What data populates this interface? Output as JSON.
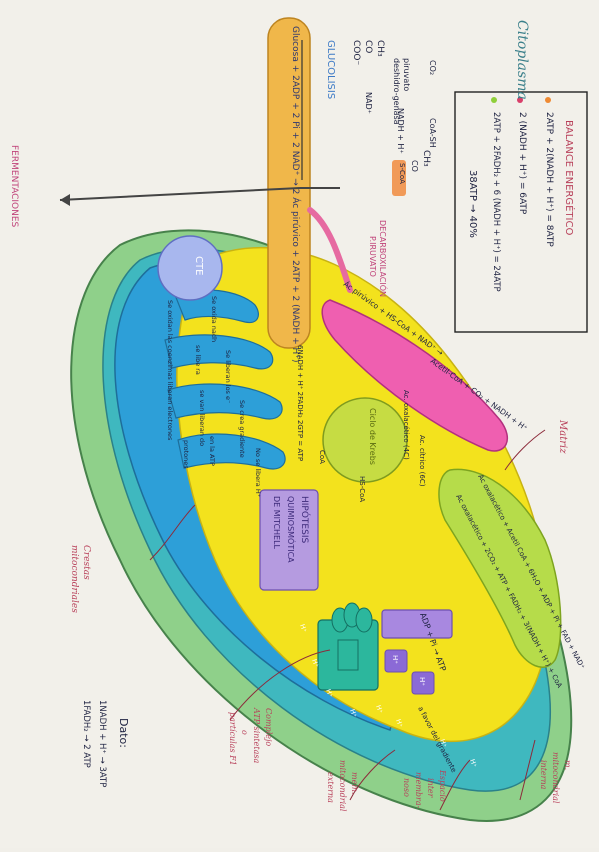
{
  "header": {
    "citoplasma": "Citoplasma",
    "glucolisis": "GLUCOLISIS",
    "fermentaciones": "FERMENTACIONES",
    "decarboxilacion": "DECARBOXILACIÓN",
    "del_piruvato": "P.IRUVATO",
    "matriz": "Matriz",
    "crestas": "Crestas",
    "mitocondriales": "mitocondriales",
    "membrana_interna_1": "m.",
    "membrana_interna_2": "mitocondrial",
    "membrana_interna_3": "interna",
    "espacio_1": "Espacio",
    "espacio_2": "inter",
    "espacio_3": "membra-",
    "espacio_4": "noso",
    "membrana_externa_1": "mem.",
    "membrana_externa_2": "mitocondrial",
    "membrana_externa_3": "externa",
    "complejo_1": "Complejo",
    "complejo_2": "ATP sintetasa",
    "complejo_3": "o",
    "complejo_4": "partículas F1"
  },
  "glycolysis": {
    "equation": "Glucosa + 2ADP + 2 Pi + 2 NAD⁺ → 2 Ác pirúvico + 2ATP + 2 (NADH + H⁺)",
    "ch3": "CH₃",
    "co": "CO",
    "coo": "COO⁻",
    "piruvato": "piruvato",
    "deshidrogenasa": "deshidro-genasa",
    "nad": "NAD⁺",
    "nadh": "NADH + H⁺",
    "co2": "CO₂",
    "cooh3": "CH₃",
    "scoa": "CoA-SH",
    "scoa2": "S-CoA",
    "co_small": "CO"
  },
  "balance": {
    "title": "BALANCE ENERGÉTICO",
    "line1": "2ATP + 2(NADH + H⁺) = 8ATP",
    "line2": "2 (NADH + H⁺) = 6ATP",
    "line3": "2ATP + 2FADH₂ + 6 (NADH + H⁺) = 24ATP",
    "total": "38ATP → 40%",
    "dot_colors": [
      "#ef8a33",
      "#d93f6a",
      "#8fcf3a"
    ]
  },
  "pink_box": {
    "text": "Ác pirúvico + HS-CoA + NAD⁺ →",
    "product": "Acetil-CoA + CO₂ + NADH + H⁺"
  },
  "krebs": {
    "title": "Ciclo de Krebs",
    "acetil": "Ac. oxalacético (4C)",
    "citrico": "Ac. cítrico (6C)",
    "coa": "CoA",
    "hscoa": "HS-CoA",
    "outputs": "6NADH + H⁺ 2FADH₂ 2GTP = ATP"
  },
  "krebs_box": {
    "line1": "Ac oxalacético + Acetil CoA + 6H₂O + ADP + Pi + FAD + NAD⁺",
    "line2": "Ac oxalacético + 2CO₂ + ATP + FADH₂ + 3(NADH + H⁺) + CoA"
  },
  "cte": {
    "title": "CTE",
    "sub": "Se oxidan las coenzimas liberan electrones"
  },
  "crests": [
    "Se oxida nadh",
    "Se liberan los e⁻",
    "Se crea gradiente",
    "No se libera H⁺",
    "se libe ra",
    "se van liberan do",
    "en la ATP",
    "protones"
  ],
  "hipotesis": {
    "line1": "HIPÓTESIS",
    "line2": "QUIMIOSMÓTICA",
    "line3": "DE MITCHELL"
  },
  "atp_box": {
    "formula": "ADP + Pi → ATP",
    "h": "H⁺",
    "gradient": "a favor del gradiente"
  },
  "hplus": "H⁺",
  "dato": {
    "title": "Dato:",
    "line1": "1NADH + H⁺ → 3ATP",
    "line2": "1FADH₂ → 2 ATP"
  }
}
